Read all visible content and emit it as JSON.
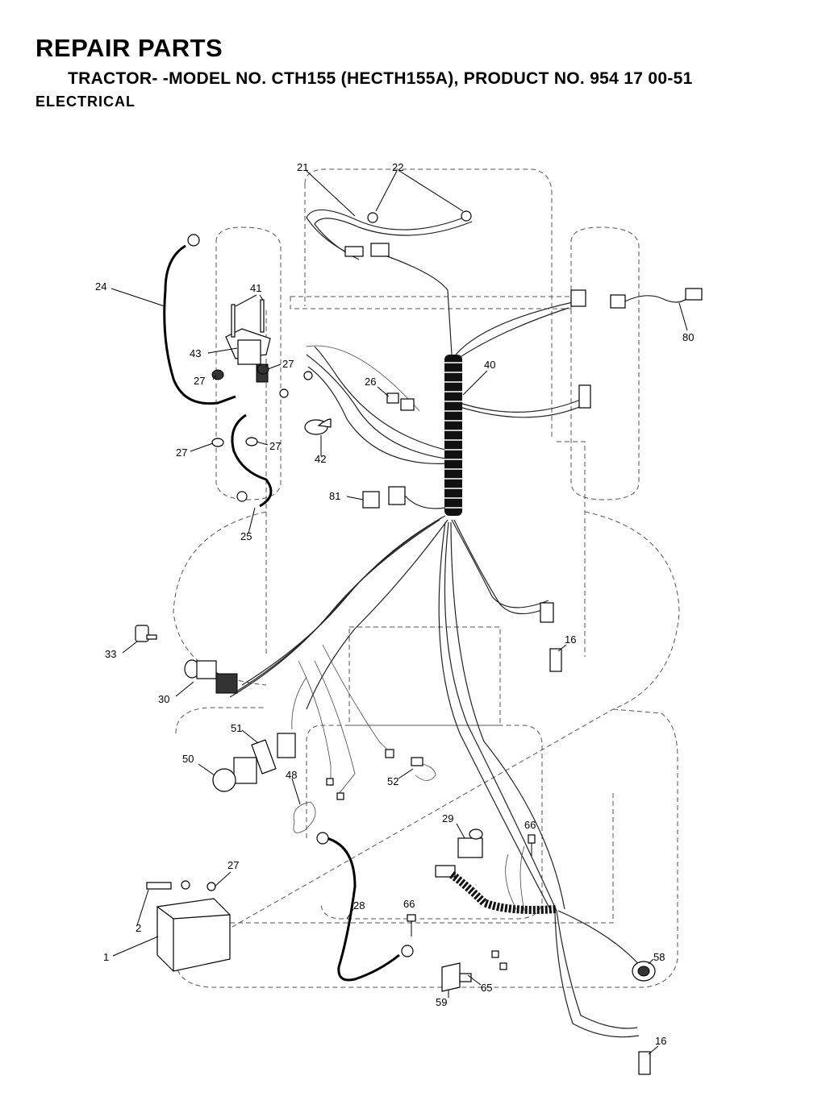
{
  "header": {
    "title": "REPAIR PARTS",
    "subtitle": "TRACTOR- -MODEL NO. CTH155 (HECTH155A), PRODUCT NO. 954 17 00-51",
    "section": "ELECTRICAL"
  },
  "callouts": {
    "c21": "21",
    "c22": "22",
    "c24": "24",
    "c41": "41",
    "c43": "43",
    "c27a": "27",
    "c27b": "27",
    "c27c": "27",
    "c27d": "27",
    "c27e": "27",
    "c40": "40",
    "c26": "26",
    "c42": "42",
    "c80": "80",
    "c81": "81",
    "c25": "25",
    "c33": "33",
    "c16a": "16",
    "c30": "30",
    "c51": "51",
    "c50": "50",
    "c48": "48",
    "c52": "52",
    "c29": "29",
    "c66a": "66",
    "c2": "2",
    "c1": "1",
    "c28": "28",
    "c66b": "66",
    "c58": "58",
    "c59": "59",
    "c65": "65",
    "c16b": "16"
  }
}
